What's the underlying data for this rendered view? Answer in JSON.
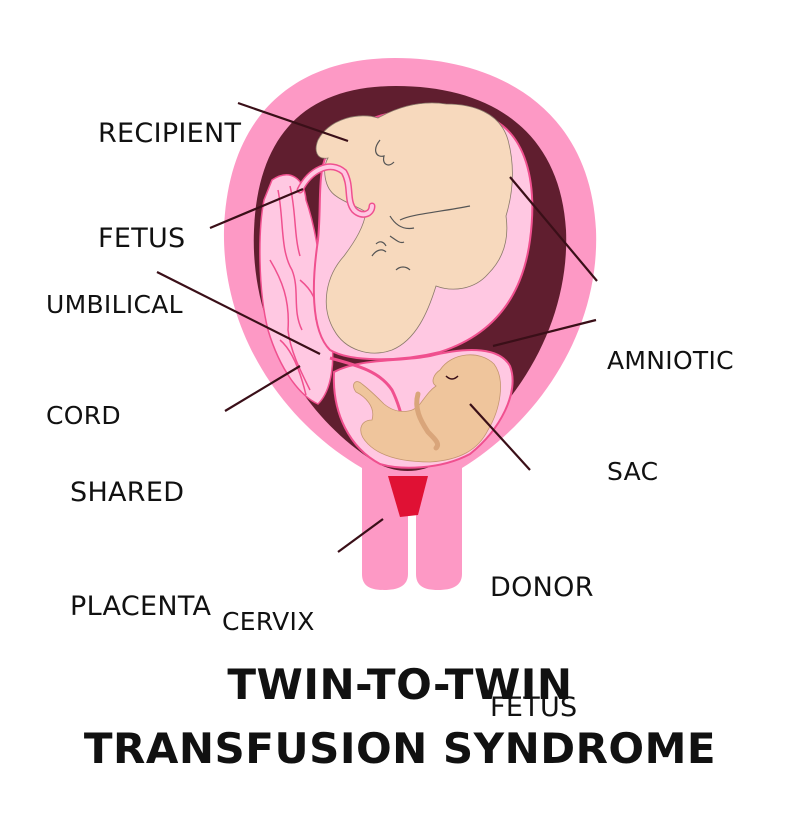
{
  "diagram": {
    "title_line1": "TWIN-TO-TWIN",
    "title_line2": "TRANSFUSION SYNDROME",
    "labels": {
      "recipient_fetus": {
        "line1": "RECIPIENT",
        "line2": "FETUS"
      },
      "umbilical_cord": {
        "line1": "UMBILICAL",
        "line2": "CORD"
      },
      "shared_placenta": {
        "line1": "SHARED",
        "line2": "PLACENTA"
      },
      "cervix": {
        "line1": "CERVIX"
      },
      "amniotic_sac": {
        "line1": "AMNIOTIC",
        "line2": "SAC"
      },
      "donor_fetus": {
        "line1": "DONOR",
        "line2": "FETUS"
      }
    },
    "colors": {
      "uterus_wall": "#fd99c5",
      "uterine_cavity": "#601e2f",
      "amniotic_sac": "#ffc8e2",
      "sac_edge": "#f0508f",
      "recipient_skin": "#f7d9bd",
      "donor_skin": "#efc59c",
      "cervix_plug": "#e01134",
      "leader_line": "#3a0f18",
      "text": "#111111"
    }
  }
}
